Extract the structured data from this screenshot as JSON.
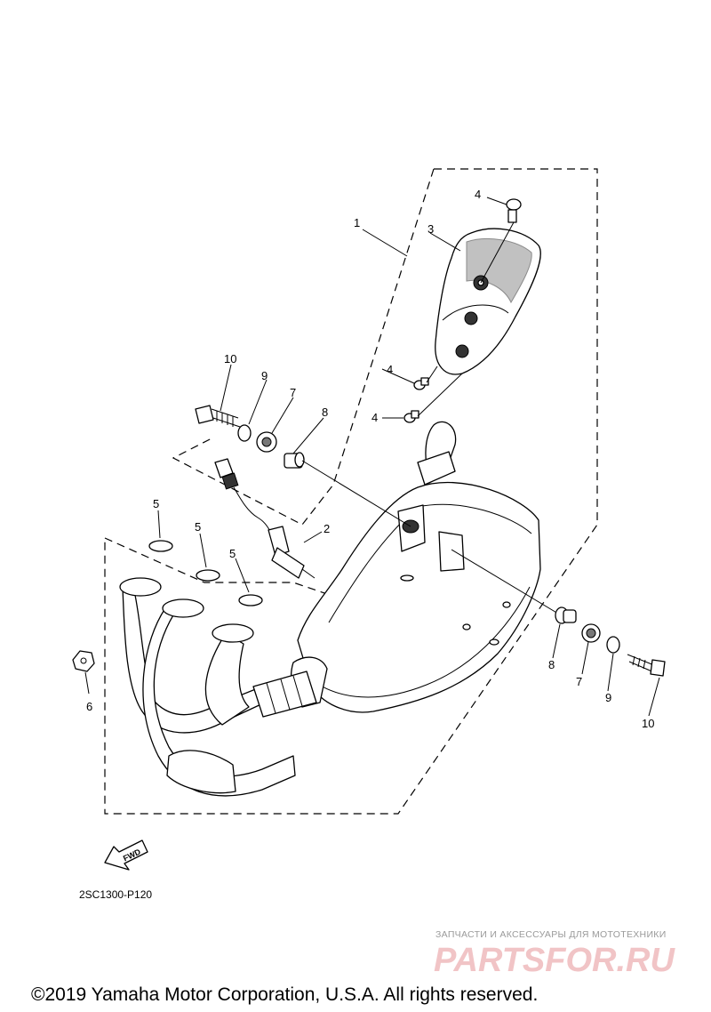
{
  "callouts": [
    {
      "id": "c1a",
      "text": "1"
    },
    {
      "id": "c2a",
      "text": "2"
    },
    {
      "id": "c3a",
      "text": "3"
    },
    {
      "id": "c4a",
      "text": "4"
    },
    {
      "id": "c4b",
      "text": "4"
    },
    {
      "id": "c4c",
      "text": "4"
    },
    {
      "id": "c5a",
      "text": "5"
    },
    {
      "id": "c5b",
      "text": "5"
    },
    {
      "id": "c5c",
      "text": "5"
    },
    {
      "id": "c6a",
      "text": "6"
    },
    {
      "id": "c7a",
      "text": "7"
    },
    {
      "id": "c7b",
      "text": "7"
    },
    {
      "id": "c8a",
      "text": "8"
    },
    {
      "id": "c8b",
      "text": "8"
    },
    {
      "id": "c9a",
      "text": "9"
    },
    {
      "id": "c9b",
      "text": "9"
    },
    {
      "id": "c10a",
      "text": "10"
    },
    {
      "id": "c10b",
      "text": "10"
    }
  ],
  "direction_arrow_label": "FWD",
  "diagram_code": "2SC1300-P120",
  "copyright": "©2019 Yamaha Motor Corporation, U.S.A. All rights reserved.",
  "watermark": {
    "tagline": "ЗАПЧАСТИ И АКСЕССУАРЫ ДЛЯ МОТОТЕХНИКИ",
    "logo_text": "PARTSFOR.RU"
  }
}
